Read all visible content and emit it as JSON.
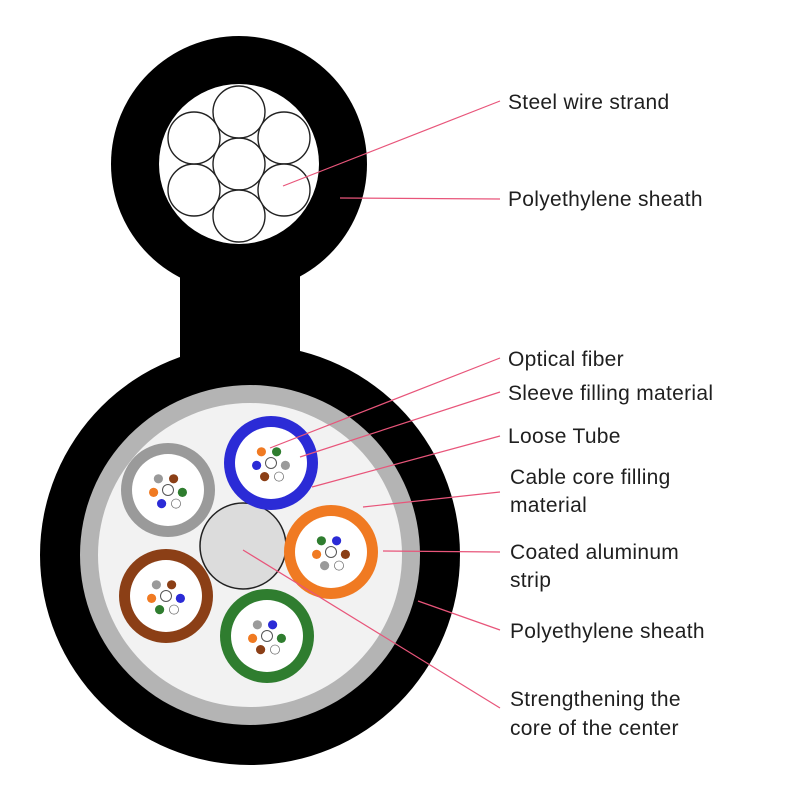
{
  "labels": {
    "steel_wire_strand": "Steel wire strand",
    "pe_sheath_top": "Polyethylene sheath",
    "optical_fiber": "Optical fiber",
    "sleeve_filling_material": "Sleeve filling material",
    "loose_tube": "Loose Tube",
    "cable_core_filling_1": "Cable core filling",
    "cable_core_filling_2": "material",
    "coated_aluminum_1": "Coated aluminum",
    "coated_aluminum_2": "strip",
    "pe_sheath_bottom": "Polyethylene sheath",
    "strengthening_1": "Strengthening the",
    "strengthening_2": "core of the center"
  },
  "colors": {
    "sheath": "#000000",
    "aluminum_strip": "#b4b4b4",
    "core_filling": "#f2f2f2",
    "center_core": "#dcdcdc",
    "leader_line": "#e8557a",
    "tube_blue": "#2b2bd6",
    "tube_orange": "#f07a22",
    "tube_green": "#2f7d2f",
    "tube_brown": "#8b3f16",
    "tube_gray": "#9a9a9a"
  },
  "tubes": [
    {
      "name": "blue",
      "color": "#2b2bd6"
    },
    {
      "name": "orange",
      "color": "#f07a22"
    },
    {
      "name": "green",
      "color": "#2f7d2f"
    },
    {
      "name": "brown",
      "color": "#8b3f16"
    },
    {
      "name": "gray",
      "color": "#9a9a9a"
    }
  ],
  "fiber_colors": [
    "#f07a22",
    "#2f7d2f",
    "#8b3f16",
    "#9a9a9a",
    "#2b2bd6",
    "#ffffff"
  ]
}
